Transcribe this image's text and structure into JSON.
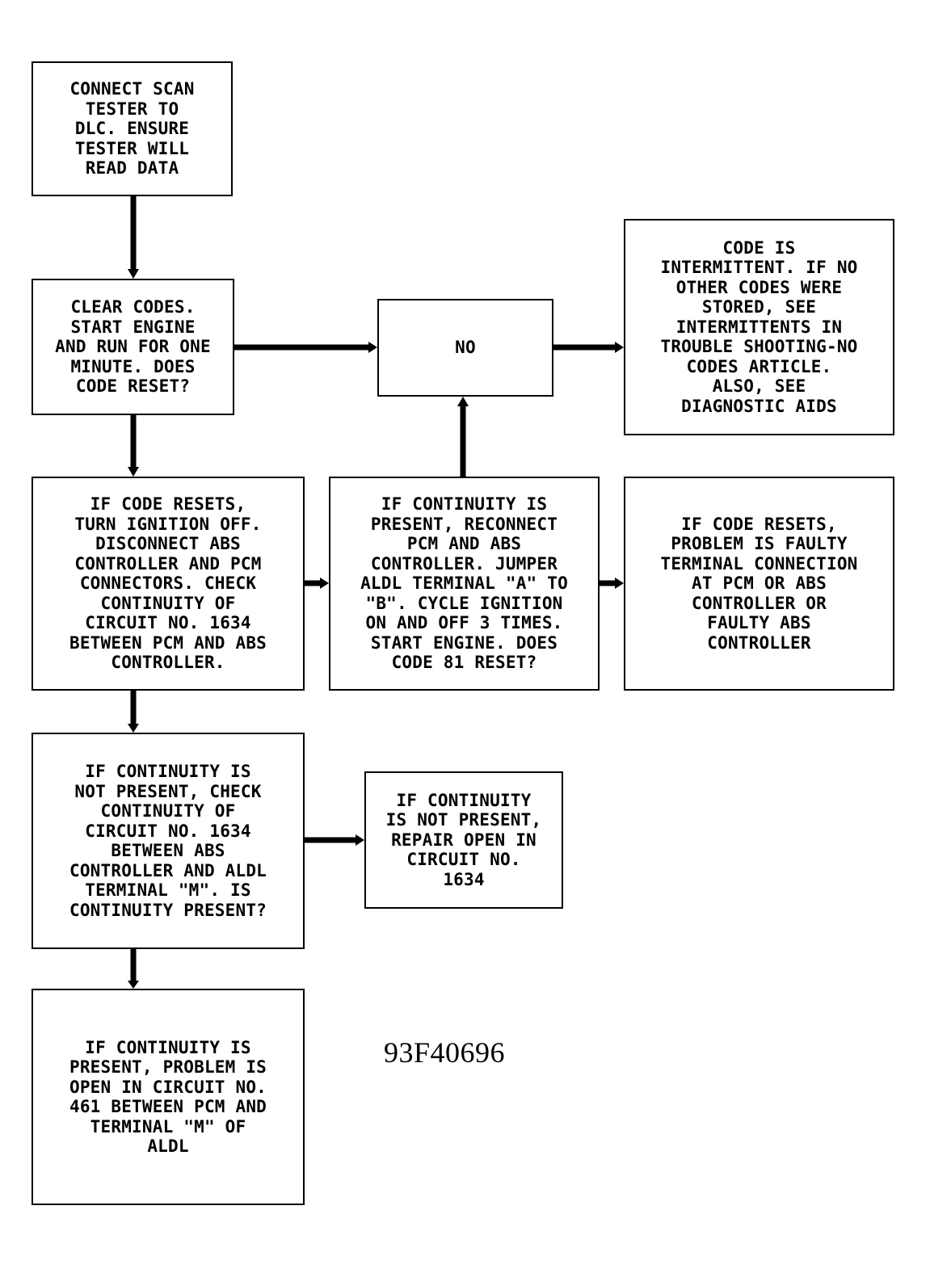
{
  "colors": {
    "line": "#000000",
    "background": "#ffffff"
  },
  "nodes": {
    "connect_scan": "CONNECT SCAN\nTESTER TO\nDLC. ENSURE\nTESTER WILL\nREAD DATA",
    "clear_codes": "CLEAR CODES.\nSTART ENGINE\nAND RUN FOR ONE\nMINUTE. DOES\nCODE RESET?",
    "no": "NO",
    "code_intermittent": "CODE IS\nINTERMITTENT. IF NO\nOTHER CODES WERE\nSTORED, SEE\nINTERMITTENTS IN\nTROUBLE SHOOTING-NO\nCODES ARTICLE.\nALSO, SEE\nDIAGNOSTIC AIDS",
    "code_resets_check": "IF CODE RESETS,\nTURN IGNITION OFF.\nDISCONNECT ABS\nCONTROLLER AND PCM\nCONNECTORS. CHECK\nCONTINUITY OF\nCIRCUIT NO. 1634\nBETWEEN PCM AND ABS\nCONTROLLER.",
    "continuity_present_reconnect": "IF CONTINUITY IS\nPRESENT, RECONNECT\nPCM AND ABS\nCONTROLLER. JUMPER\nALDL TERMINAL \"A\" TO\n\"B\". CYCLE IGNITION\nON AND OFF 3 TIMES.\nSTART ENGINE. DOES\nCODE 81 RESET?",
    "faulty_terminal": "IF CODE RESETS,\nPROBLEM IS FAULTY\nTERMINAL CONNECTION\nAT PCM OR ABS\nCONTROLLER OR\nFAULTY ABS\nCONTROLLER",
    "not_present_check": "IF CONTINUITY IS\nNOT PRESENT, CHECK\nCONTINUITY OF\nCIRCUIT NO. 1634\nBETWEEN ABS\nCONTROLLER AND ALDL\nTERMINAL \"M\". IS\nCONTINUITY PRESENT?",
    "repair_open": "IF CONTINUITY\nIS NOT PRESENT,\nREPAIR OPEN IN\nCIRCUIT NO.\n1634",
    "open_461": "IF CONTINUITY IS\nPRESENT, PROBLEM IS\nOPEN IN CIRCUIT NO.\n461 BETWEEN PCM AND\nTERMINAL \"M\" OF\nALDL"
  },
  "figure_id": "93F40696"
}
